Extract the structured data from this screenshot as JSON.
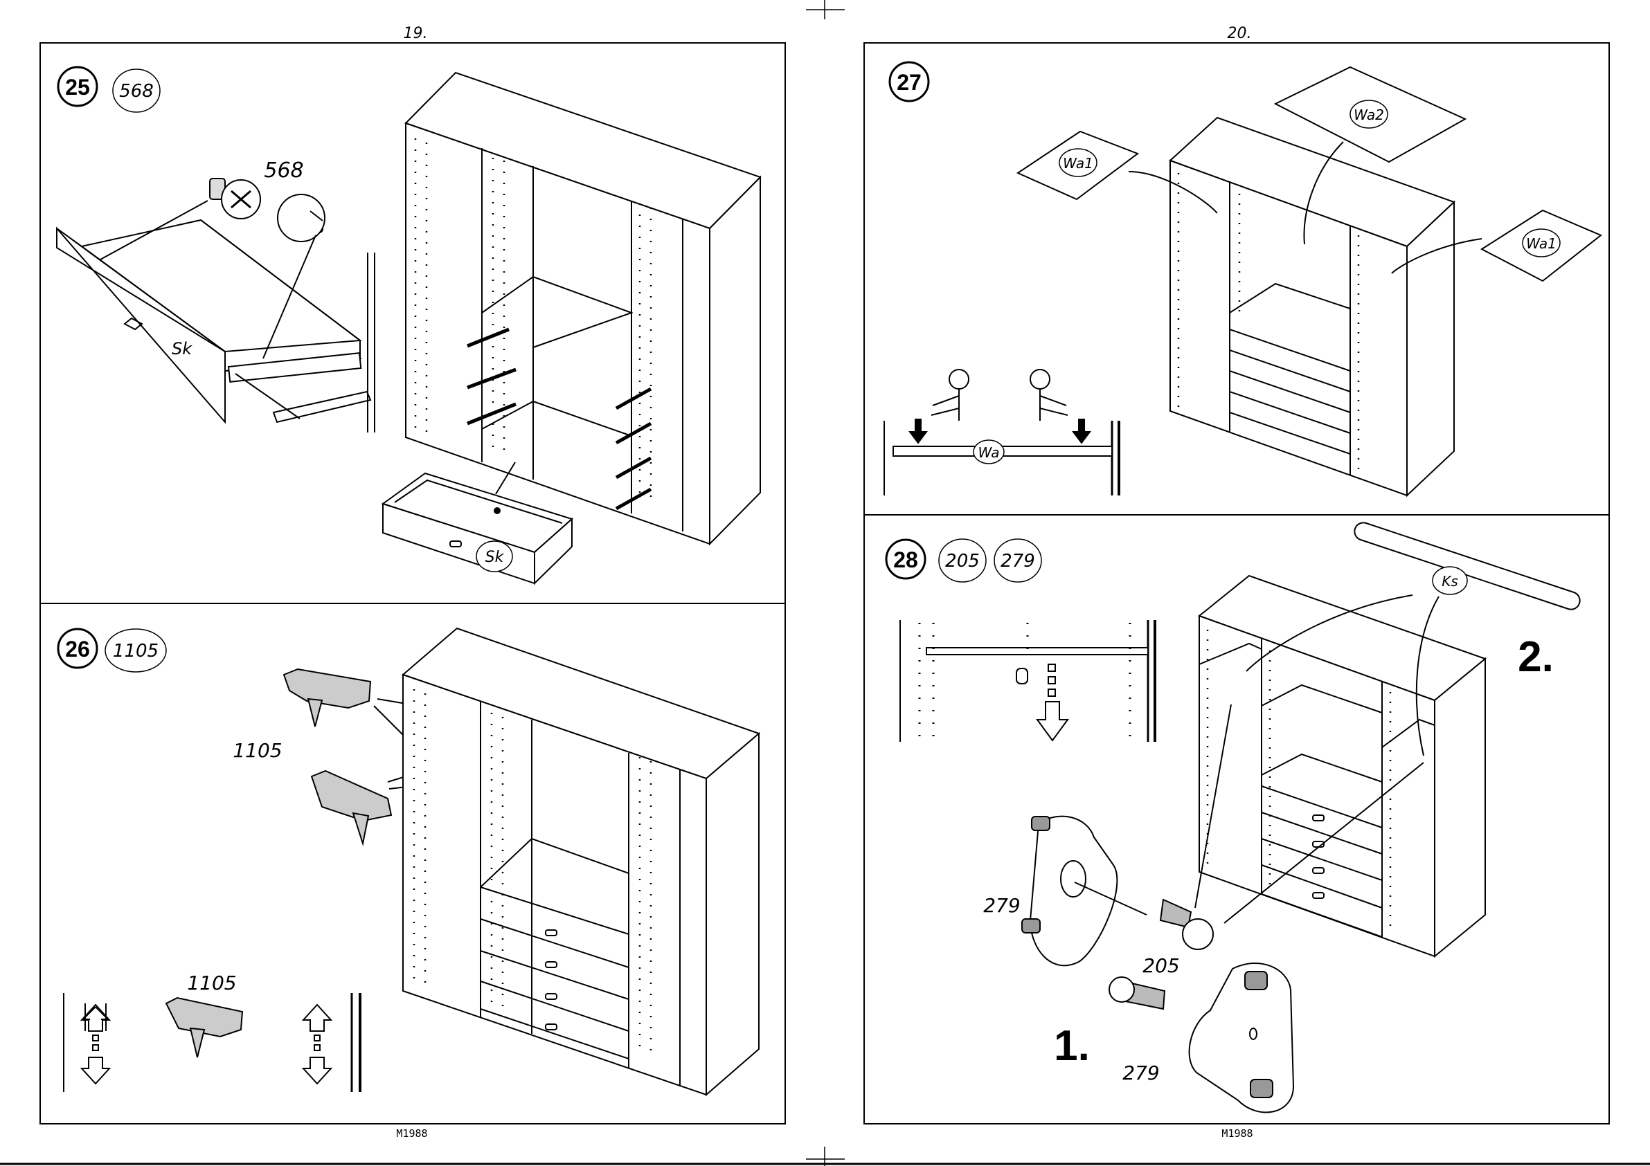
{
  "pages": [
    {
      "number": "19.",
      "footer": "M1988"
    },
    {
      "number": "20.",
      "footer": "M1988"
    }
  ],
  "steps": {
    "s25": {
      "step": "25",
      "parts": [
        "568"
      ],
      "part_label": "568",
      "drawer_label": "Sk",
      "drawer_label_2": "Sk"
    },
    "s26": {
      "step": "26",
      "parts": [
        "1105"
      ],
      "part_label_1": "1105",
      "part_label_2": "1105"
    },
    "s27": {
      "step": "27",
      "panel_labels": [
        "Wa1",
        "Wa2",
        "Wa1"
      ],
      "shelf_label": "Wa"
    },
    "s28": {
      "step": "28",
      "parts": [
        "205",
        "279"
      ],
      "rail_label": "Ks",
      "seq_1": "1.",
      "seq_2": "2.",
      "bracket_label_1": "279",
      "screw_label": "205",
      "bracket_label_2": "279"
    }
  }
}
